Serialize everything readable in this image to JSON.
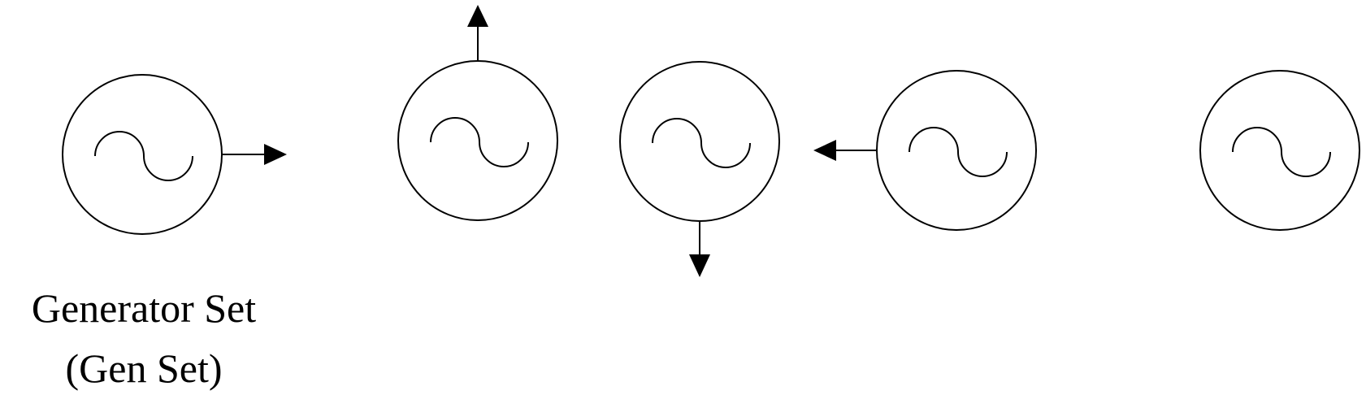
{
  "diagram": {
    "caption": {
      "line1": "Generator Set",
      "line2": "(Gen Set)"
    },
    "symbols": [
      {
        "id": "gen-1",
        "icon": "generator-icon",
        "arrow": "right"
      },
      {
        "id": "gen-2",
        "icon": "generator-icon",
        "arrow": "up"
      },
      {
        "id": "gen-3",
        "icon": "generator-icon",
        "arrow": "down"
      },
      {
        "id": "gen-4",
        "icon": "generator-icon",
        "arrow": "left"
      },
      {
        "id": "gen-5",
        "icon": "generator-icon",
        "arrow": "none"
      }
    ],
    "colors": {
      "stroke": "#000000",
      "background": "#ffffff"
    }
  }
}
